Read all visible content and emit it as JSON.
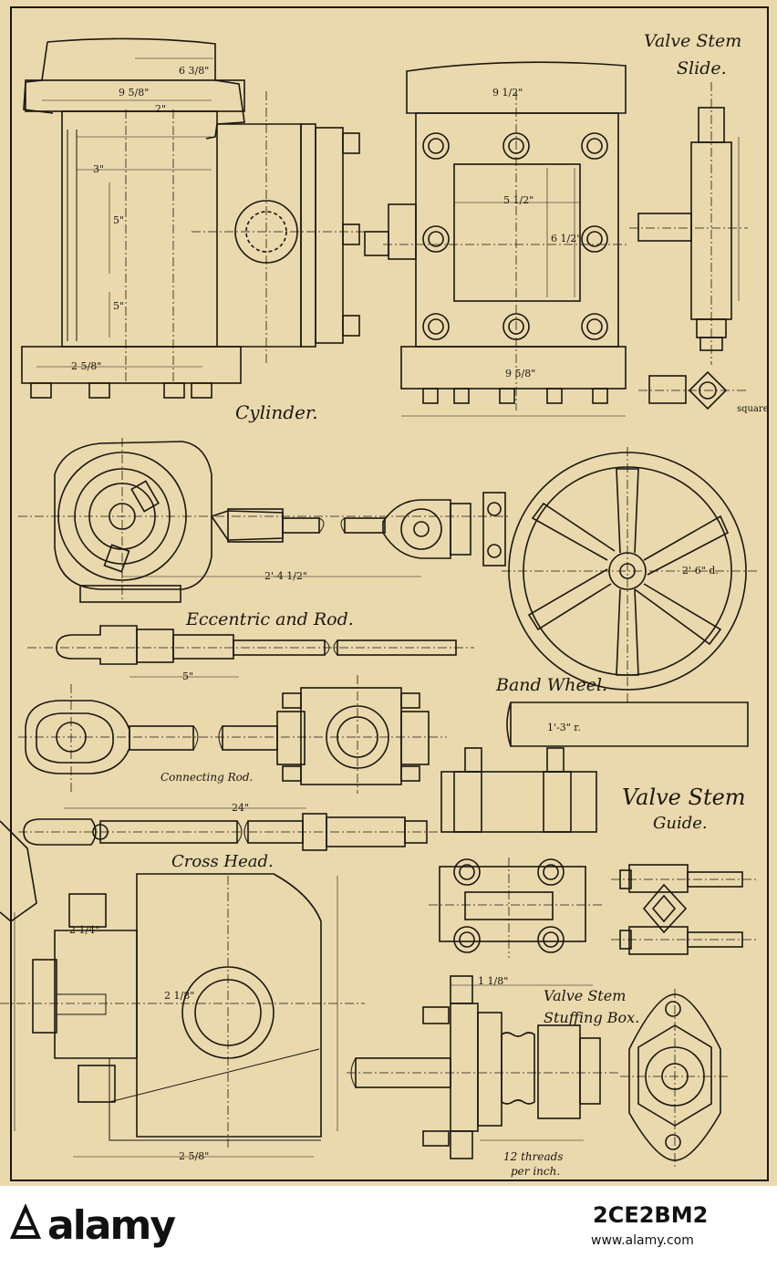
{
  "labels": {
    "valve_stem_slide_line1": "Valve Stem",
    "valve_stem_slide_line2": "Slide.",
    "cylinder": "Cylinder.",
    "eccentric_and_rod": "Eccentric and Rod.",
    "band_wheel": "Band Wheel.",
    "connecting_rod": "Connecting Rod.",
    "cross_head": "Cross Head.",
    "valve_stem_guide_line1": "Valve Stem",
    "valve_stem_guide_line2": "Guide.",
    "valve_stem_stuffing_line1": "Valve Stem",
    "valve_stem_stuffing_line2": "Stuffing Box.",
    "threads_line1": "12 threads",
    "threads_line2": "per inch.",
    "square": "square"
  },
  "dims": {
    "d_6_3_8": "6 3/8\"",
    "d_9_5_8_top": "9 5/8\"",
    "d_9_1_2": "9 1/2\"",
    "d_2_in": "2\"",
    "d_3_in": "3\"",
    "d_5_in_upper": "5\"",
    "d_5_in_lower": "5\"",
    "d_2_5_8": "2 5/8\"",
    "d_5_1_2": "5 1/2\"",
    "d_6_1_2": "6 1/2\"",
    "d_9_5_8_bot": "9 5/8\"",
    "d_2_4_1_2": "2'-4 1/2\"",
    "d_2_6_d": "2'-6\" d.",
    "d_1_3_r": "1'-3\" r.",
    "d_5_conn": "5\"",
    "d_24": "24\"",
    "d_2_1_4_cross": "2 1/4\"",
    "d_2_1_8_cross": "2 1/8\"",
    "d_2_5_8_cross": "2 5/8\"",
    "d_1_1_8_stuff": "1 1/8\""
  },
  "watermark": {
    "logo": "alamy",
    "id": "2CE2BM2",
    "url": "www.alamy.com"
  }
}
